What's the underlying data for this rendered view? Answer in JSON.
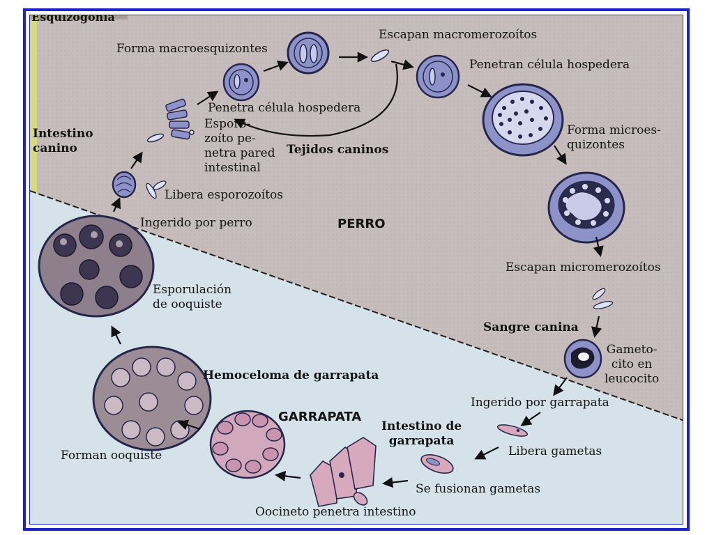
{
  "header": {
    "title": "Esquizogonia"
  },
  "regions": {
    "dog": "PERRO",
    "tick": "GARRAPATA"
  },
  "labels": {
    "intestino_canino": "Intestino\ncanino",
    "forma_macroesquizontes": "Forma macroesquizontes",
    "escapan_macromerozoitos": "Escapan macromerozoítos",
    "penetran_celula_hospedera": "Penetran célula hospedera",
    "penetra_celula_hospedera": "Penetra célula hospedera",
    "esporozoito_penetra": "Esporo-\nzoíto pe-\nnetra pared\nintestinal",
    "tejidos_caninos": "Tejidos caninos",
    "forma_microesquizontes": "Forma microes-\nquizontes",
    "libera_esporozoitos": "Libera esporozoítos",
    "ingerido_por_perro": "Ingerido por perro",
    "escapan_micromerozoitos": "Escapan micromerozoítos",
    "esporulacion_de_ooquiste": "Esporulación\nde ooquiste",
    "sangre_canina": "Sangre canina",
    "gametocito_en_leucocito": "Gameto-\ncito en\nleucocito",
    "hemoceloma_de_garrapata": "Hemoceloma de garrapata",
    "ingerido_por_garrapata": "Ingerido por garrapata",
    "intestino_de_garrapata": "Intestino de\ngarrapata",
    "libera_gametas": "Libera gametas",
    "forman_ooquiste": "Forman ooquiste",
    "se_fusionan_gametas": "Se fusionan gametas",
    "oocineto_penetra_intestino": "Oocineto penetra intestino"
  },
  "colors": {
    "frame_border": "#1e22c9",
    "dog_zone": "#c7bcbc",
    "tick_zone": "#d5e2ea",
    "left_strip": "#d9d97a",
    "cell_blue": "#8d92c8",
    "cell_outline": "#24264a",
    "tick_cell_pink": "#c9a3b5"
  },
  "icons": {
    "cells": "parasite-cell-illustrations",
    "arrows": "arrow-icon"
  }
}
